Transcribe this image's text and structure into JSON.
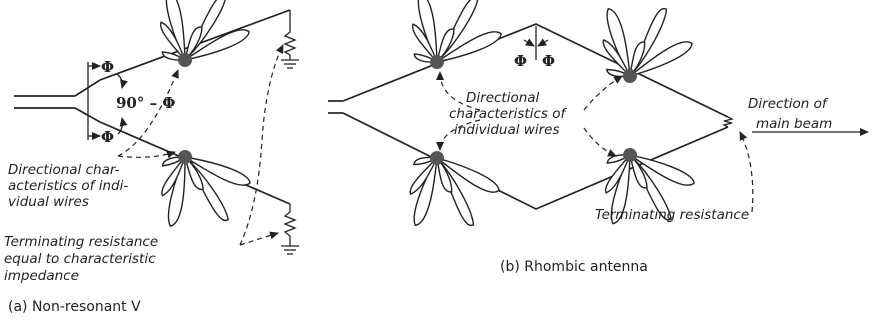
{
  "panel_a": {
    "angle_symbol": "Φ",
    "angle_label": "90° – Φ",
    "directional_label": [
      "Directional char-",
      "acteristics of indi-",
      "vidual wires"
    ],
    "terminating_label": [
      "Terminating resistance",
      "equal to characteristic",
      "impedance"
    ],
    "caption": "(a) Non-resonant V"
  },
  "panel_b": {
    "angle_symbol": "Φ",
    "directional_label": [
      "Directional",
      "characteristics of",
      "individual wires"
    ],
    "beam_label": [
      "Direction of",
      "main beam"
    ],
    "terminating_label": "Terminating resistance",
    "caption": "(b) Rhombic antenna"
  }
}
